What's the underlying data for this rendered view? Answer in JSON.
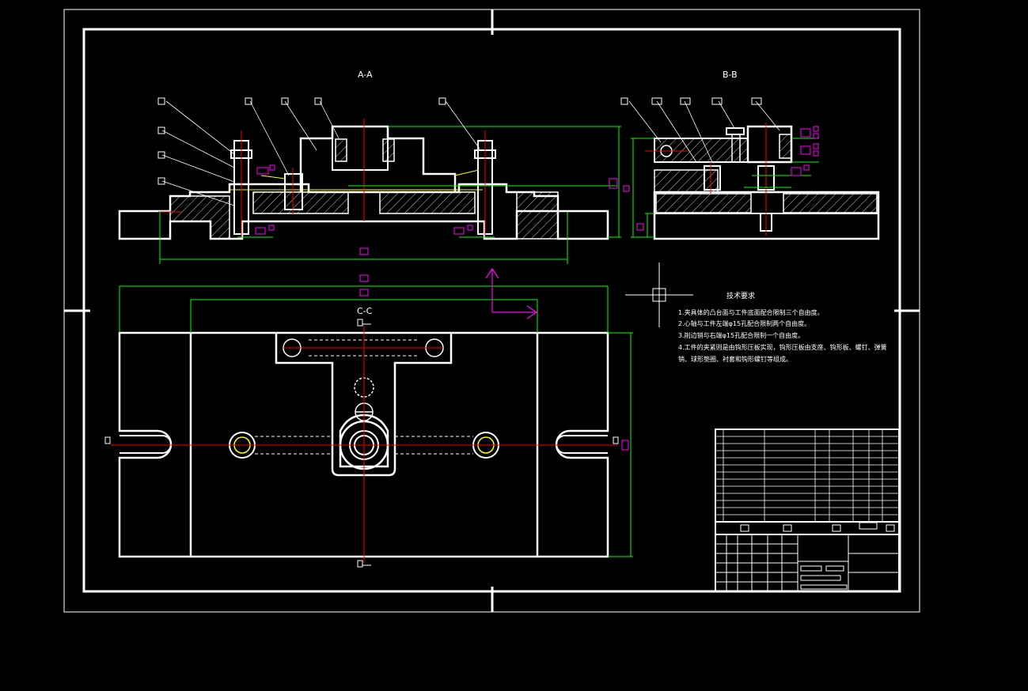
{
  "views": {
    "section_aa": "A-A",
    "section_bb": "B-B",
    "section_cc": "C-C"
  },
  "tech_requirements": {
    "title": "技术要求",
    "items": [
      "1.夹具体的凸台面与工件底面配合限制三个自由度。",
      "2.心轴与工件左端φ15孔配合限制两个自由度。",
      "3.削边销与右端φ15孔配合限制一个自由度。",
      "4.工件的夹紧则是由钩形压板实现，钩形压板由支座、钩形板、螺钉、弹簧",
      "销、球形垫圈、衬套和钩形螺钉等组成。"
    ]
  },
  "colors": {
    "background": "#000000",
    "outline": "#ffffff",
    "centerline": "#ff0000",
    "dimension": "#00ff00",
    "annotation": "#ff00ff",
    "hatch": "#ffff00"
  }
}
